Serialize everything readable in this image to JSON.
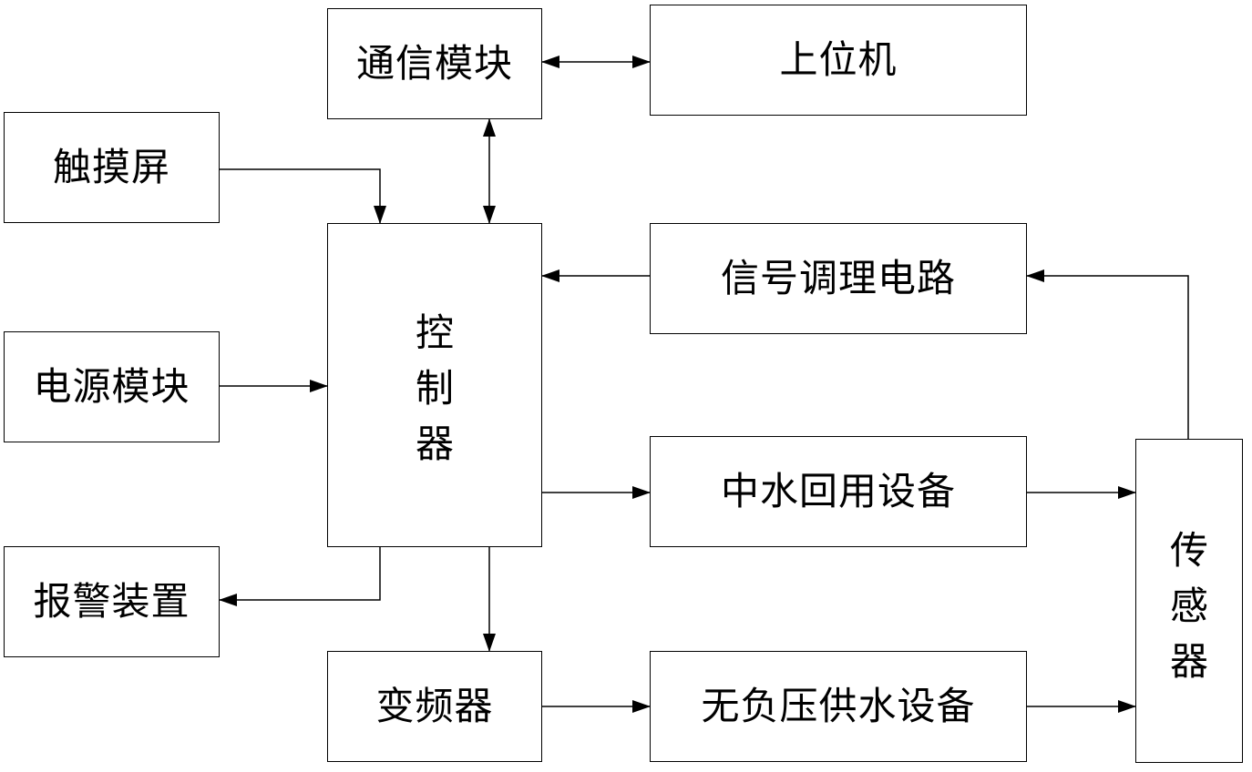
{
  "blocks": {
    "comm_module": "通信模块",
    "host_computer": "上位机",
    "touchscreen": "触摸屏",
    "controller": "控制器",
    "signal_conditioning": "信号调理电路",
    "power_module": "电源模块",
    "reclaimed_water_equipment": "中水回用设备",
    "alarm_device": "报警装置",
    "inverter": "变频器",
    "nonnegative_pressure_supply": "无负压供水设备",
    "sensor": "传感器"
  },
  "colors": {
    "stroke": "#000000",
    "background": "#ffffff"
  }
}
